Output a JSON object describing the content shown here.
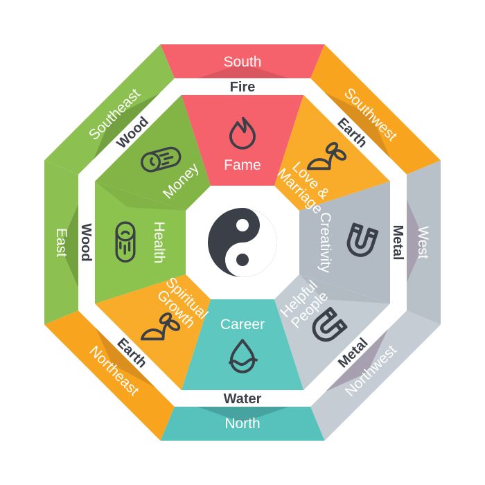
{
  "colors": {
    "background": "#ffffff",
    "ink": "#3a3f48",
    "text_light": "#ffffff",
    "fire_red": "#f5626c",
    "fire_red_shadow": "#da5660",
    "earth_orange": "#f8a41f",
    "earth_orange_shadow": "#db8f1e",
    "earth_orange_inner": "#f9ac2a",
    "wood_green": "#8cc151",
    "wood_green_shadow": "#73a140",
    "money_green": "#83b446",
    "health_green": "#8cc34e",
    "water_teal": "#57c2bb",
    "water_teal_shadow": "#47a3a0",
    "career_teal": "#5ec8c0",
    "metal_gray_west": "#b8c0c8",
    "metal_gray_violet": "#a7a0b0",
    "metal_gray_northwest": "#c5ccd3",
    "metal_gray_creativity": "#b2bbc4",
    "metal_gray_helpful": "#c3cbd3",
    "wedge_shadow": "rgba(0,0,0,0.08)"
  },
  "outer_ring": {
    "south": "South",
    "southwest": "Southwest",
    "west": "West",
    "northwest": "Northwest",
    "north": "North",
    "northeast": "Northeast",
    "east": "East",
    "southeast": "Southeast"
  },
  "elements": {
    "fire": "Fire",
    "earth_southwest": "Earth",
    "metal_west": "Metal",
    "metal_northwest": "Metal",
    "water": "Water",
    "earth_northeast": "Earth",
    "wood_east": "Wood",
    "wood_southeast": "Wood"
  },
  "areas": {
    "fame": "Fame",
    "love_line1": "Love &",
    "love_line2": "Marriage",
    "creativity": "Creativity",
    "helpful_line1": "Helpful",
    "helpful_line2": "People",
    "career": "Career",
    "spiritual_line1": "Spiritual",
    "spiritual_line2": "Growth",
    "health": "Health",
    "money": "Money"
  },
  "icons": {
    "fame": "flame-icon",
    "love_marriage": "sprout-icon",
    "creativity": "magnet-icon",
    "helpful_people": "magnet-icon",
    "career": "water-drop-icon",
    "spiritual_growth": "sprout-icon",
    "health": "log-icon",
    "money": "log-icon",
    "center": "yin-yang-symbol"
  }
}
